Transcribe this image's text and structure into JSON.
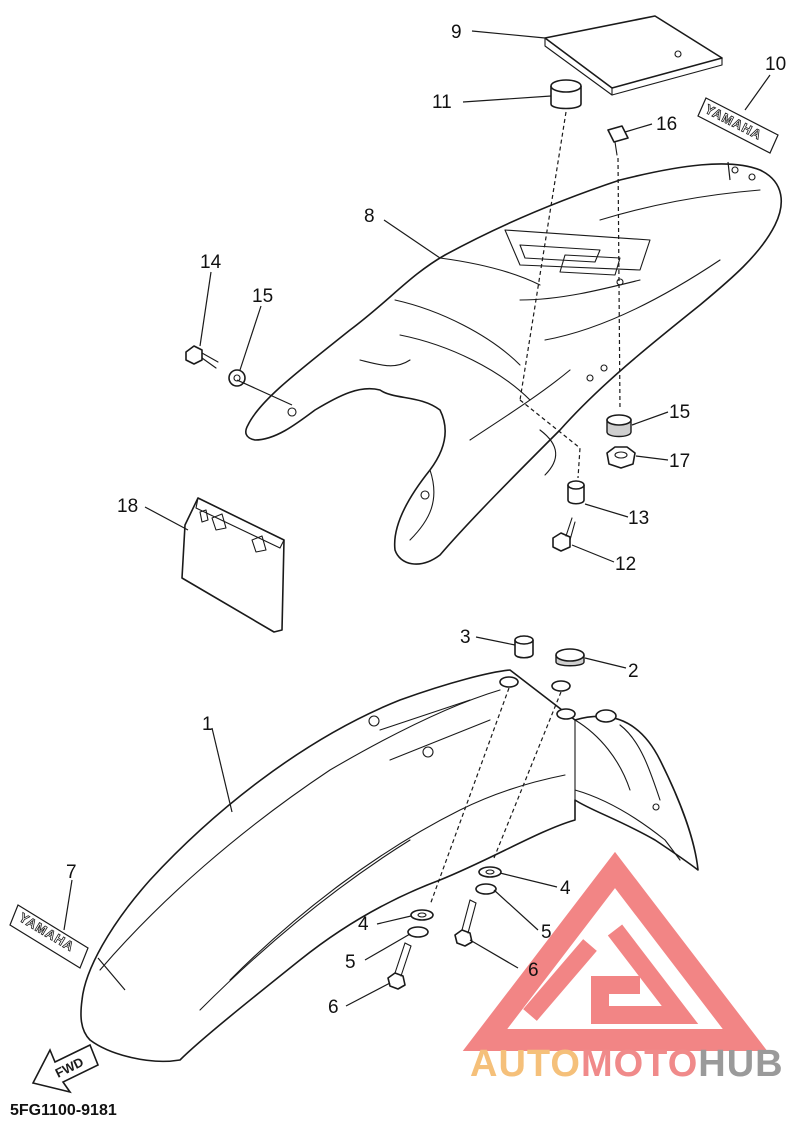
{
  "diagram": {
    "part_code": "5FG1100-9181",
    "fwd_label": "FWD",
    "decal_front_text": "YAMAHA",
    "decal_rear_text": "YAMAHA",
    "callouts": [
      {
        "id": "c1",
        "label": "1"
      },
      {
        "id": "c2",
        "label": "2"
      },
      {
        "id": "c3",
        "label": "3"
      },
      {
        "id": "c4a",
        "label": "4"
      },
      {
        "id": "c4b",
        "label": "4"
      },
      {
        "id": "c5a",
        "label": "5"
      },
      {
        "id": "c5b",
        "label": "5"
      },
      {
        "id": "c6a",
        "label": "6"
      },
      {
        "id": "c6b",
        "label": "6"
      },
      {
        "id": "c7",
        "label": "7"
      },
      {
        "id": "c8",
        "label": "8"
      },
      {
        "id": "c9",
        "label": "9"
      },
      {
        "id": "c10",
        "label": "10"
      },
      {
        "id": "c11",
        "label": "11"
      },
      {
        "id": "c12",
        "label": "12"
      },
      {
        "id": "c13",
        "label": "13"
      },
      {
        "id": "c14",
        "label": "14"
      },
      {
        "id": "c15a",
        "label": "15"
      },
      {
        "id": "c15b",
        "label": "15"
      },
      {
        "id": "c16",
        "label": "16"
      },
      {
        "id": "c17",
        "label": "17"
      },
      {
        "id": "c18",
        "label": "18"
      }
    ]
  },
  "watermark": {
    "part1": "AUTO",
    "part2": "MOTO",
    "part3": "HUB",
    "color_auto": "#f5c07a",
    "color_moto": "#f08a8a",
    "color_hub": "#9a9a9a",
    "logo_color": "#f07070"
  }
}
